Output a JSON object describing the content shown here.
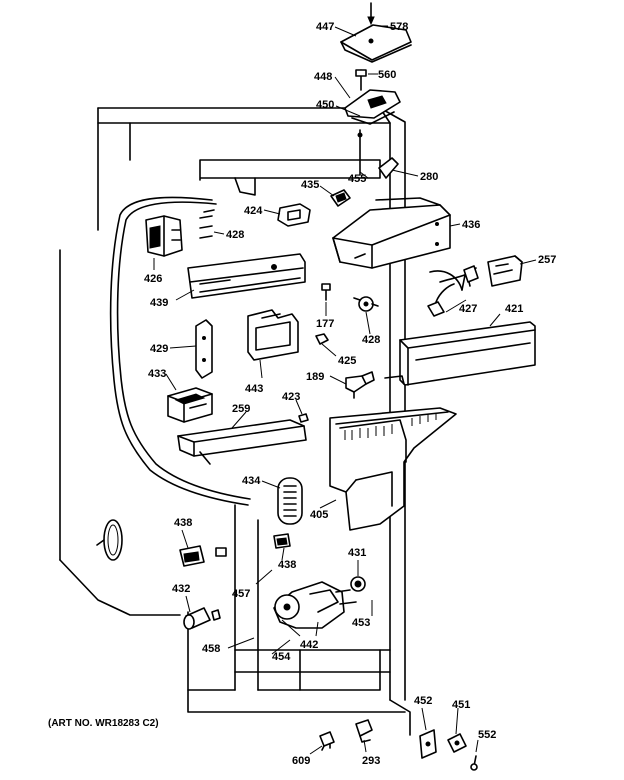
{
  "diagram": {
    "art_number": "(ART NO. WR18283 C2)",
    "labels": {
      "p447": "447",
      "p578": "578",
      "p448": "448",
      "p560": "560",
      "p450": "450",
      "p280": "280",
      "p435": "435",
      "p455": "455",
      "p424": "424",
      "p428a": "428",
      "p436": "436",
      "p426": "426",
      "p257": "257",
      "p439": "439",
      "p177": "177",
      "p428b": "428",
      "p427": "427",
      "p421": "421",
      "p429": "429",
      "p425": "425",
      "p443": "443",
      "p433": "433",
      "p189": "189",
      "p423": "423",
      "p259": "259",
      "p434": "434",
      "p405": "405",
      "p438a": "438",
      "p438b": "438",
      "p431": "431",
      "p432": "432",
      "p457": "457",
      "p453": "453",
      "p442": "442",
      "p458": "458",
      "p454": "454",
      "p452": "452",
      "p451": "451",
      "p552": "552",
      "p609": "609",
      "p293": "293"
    }
  }
}
